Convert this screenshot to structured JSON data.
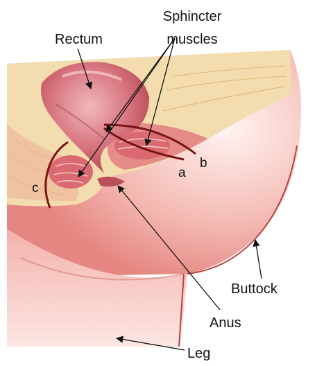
{
  "labels": {
    "rectum": "Rectum",
    "sphincter_line1": "Sphincter",
    "sphincter_line2": "muscles",
    "a": "a",
    "b": "b",
    "c": "c",
    "anus": "Anus",
    "buttock": "Buttock",
    "leg": "Leg"
  },
  "colors": {
    "tissue_dark": "#e98a86",
    "tissue_light": "#fbe3df",
    "cavity": "#c95b63",
    "fat": "#f1d7a6",
    "muscle": "#c34f57",
    "incision": "#7a1414",
    "pointer": "#111111"
  }
}
